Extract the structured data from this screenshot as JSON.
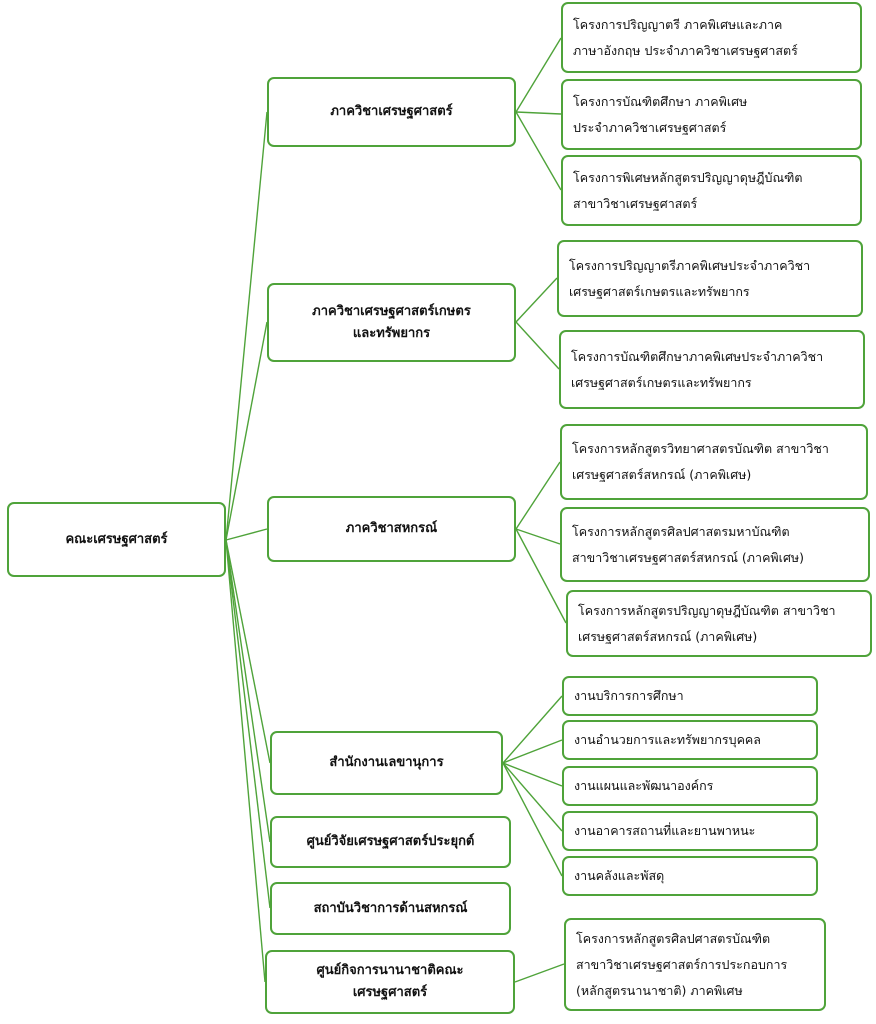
{
  "root": {
    "label": "คณะเศรษฐศาสตร์"
  },
  "departments": [
    {
      "label": "ภาควิชาเศรษฐศาสตร์",
      "items": [
        [
          "โครงการปริญญาตรี ภาคพิเศษและภาค",
          "ภาษาอังกฤษ ประจำภาควิชาเศรษฐศาสตร์"
        ],
        [
          "โครงการบัณฑิตศึกษา ภาคพิเศษ",
          "ประจำภาควิชาเศรษฐศาสตร์"
        ],
        [
          "โครงการพิเศษหลักสูตรปริญญาดุษฎีบัณฑิต",
          "สาขาวิชาเศรษฐศาสตร์"
        ]
      ]
    },
    {
      "label": "ภาควิชาเศรษฐศาสตร์เกษตร\nและทรัพยากร",
      "items": [
        [
          "โครงการปริญญาตรีภาคพิเศษประจำภาควิชา",
          "เศรษฐศาสตร์เกษตรและทรัพยากร"
        ],
        [
          "โครงการบัณฑิตศึกษาภาคพิเศษประจำภาควิชา",
          "เศรษฐศาสตร์เกษตรและทรัพยากร"
        ]
      ]
    },
    {
      "label": "ภาควิชาสหกรณ์",
      "items": [
        [
          "โครงการหลักสูตรวิทยาศาสตรบัณฑิต สาขาวิชา",
          "เศรษฐศาสตร์สหกรณ์ (ภาคพิเศษ)"
        ],
        [
          "โครงการหลักสูตรศิลปศาสตรมหาบัณฑิต",
          "สาขาวิชาเศรษฐศาสตร์สหกรณ์ (ภาคพิเศษ)"
        ],
        [
          "โครงการหลักสูตรปริญญาดุษฎีบัณฑิต สาขาวิชา",
          "เศรษฐศาสตร์สหกรณ์ (ภาคพิเศษ)"
        ]
      ]
    },
    {
      "label": "สำนักงานเลขานุการ",
      "items": [
        [
          "งานบริการการศึกษา"
        ],
        [
          "งานอำนวยการและทรัพยากรบุคคล"
        ],
        [
          "งานแผนและพัฒนาองค์กร"
        ],
        [
          "งานอาคารสถานที่และยานพาหนะ"
        ],
        [
          "งานคลังและพัสดุ"
        ]
      ]
    },
    {
      "label": "ศูนย์วิจัยเศรษฐศาสตร์ประยุกต์",
      "items": []
    },
    {
      "label": "สถาบันวิชาการด้านสหกรณ์",
      "items": []
    },
    {
      "label": "ศูนย์กิจการนานาชาติคณะ\nเศรษฐศาสตร์",
      "items": [
        [
          "โครงการหลักสูตรศิลปศาสตรบัณฑิต",
          "สาขาวิชาเศรษฐศาสตร์การประกอบการ",
          "(หลักสูตรนานาชาติ)  ภาคพิเศษ"
        ]
      ]
    }
  ],
  "colors": {
    "border": "#4fa33a",
    "connector": "#4fa33a",
    "text": "#111111"
  }
}
